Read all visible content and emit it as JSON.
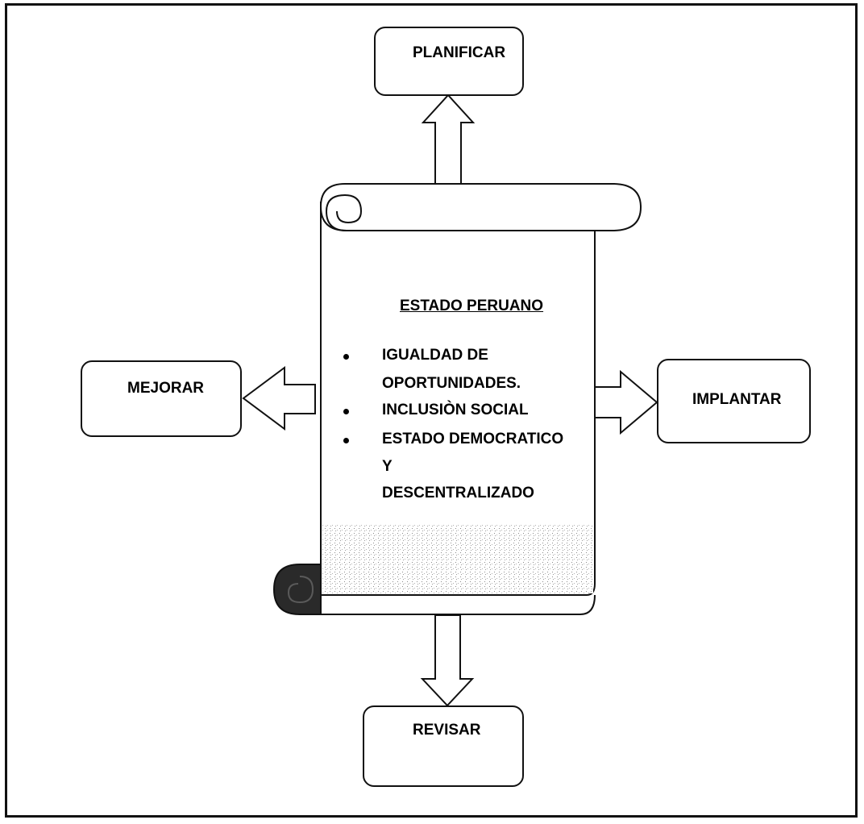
{
  "nodes": {
    "planificar": "PLANIFICAR",
    "implantar": "IMPLANTAR",
    "revisar": "REVISAR",
    "mejorar": "MEJORAR"
  },
  "scroll": {
    "title": "ESTADO PERUANO",
    "items": [
      [
        "IGUALDAD DE",
        "OPORTUNIDADES."
      ],
      [
        "INCLUSIÒN SOCIAL"
      ],
      [
        "ESTADO DEMOCRATICO",
        "Y",
        "DESCENTRALIZADO"
      ]
    ]
  },
  "colors": {
    "stroke": "#111111",
    "text": "#000000",
    "background": "#ffffff"
  }
}
